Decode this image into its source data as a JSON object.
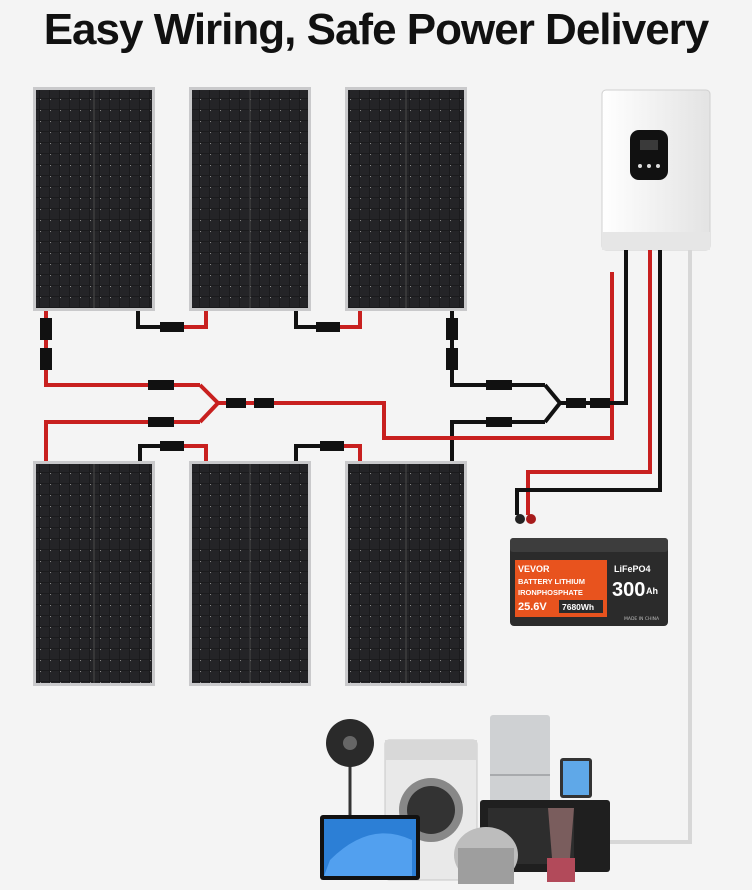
{
  "header": {
    "title": "Easy Wiring, Safe Power Delivery"
  },
  "battery": {
    "brand": "VEVOR",
    "chem_short": "LiFePO4",
    "line1": "BATTERY LITHIUM",
    "line2": "IRONPHOSPHATE",
    "voltage": "25.6V",
    "energy": "7680Wh",
    "capacity": "300",
    "capacity_unit": "Ah",
    "made_in": "MADE IN CHINA"
  },
  "colors": {
    "positive_wire": "#c8201f",
    "negative_wire": "#111111",
    "ac_wire": "#d7d7d7",
    "battery_orange": "#e8531e"
  }
}
